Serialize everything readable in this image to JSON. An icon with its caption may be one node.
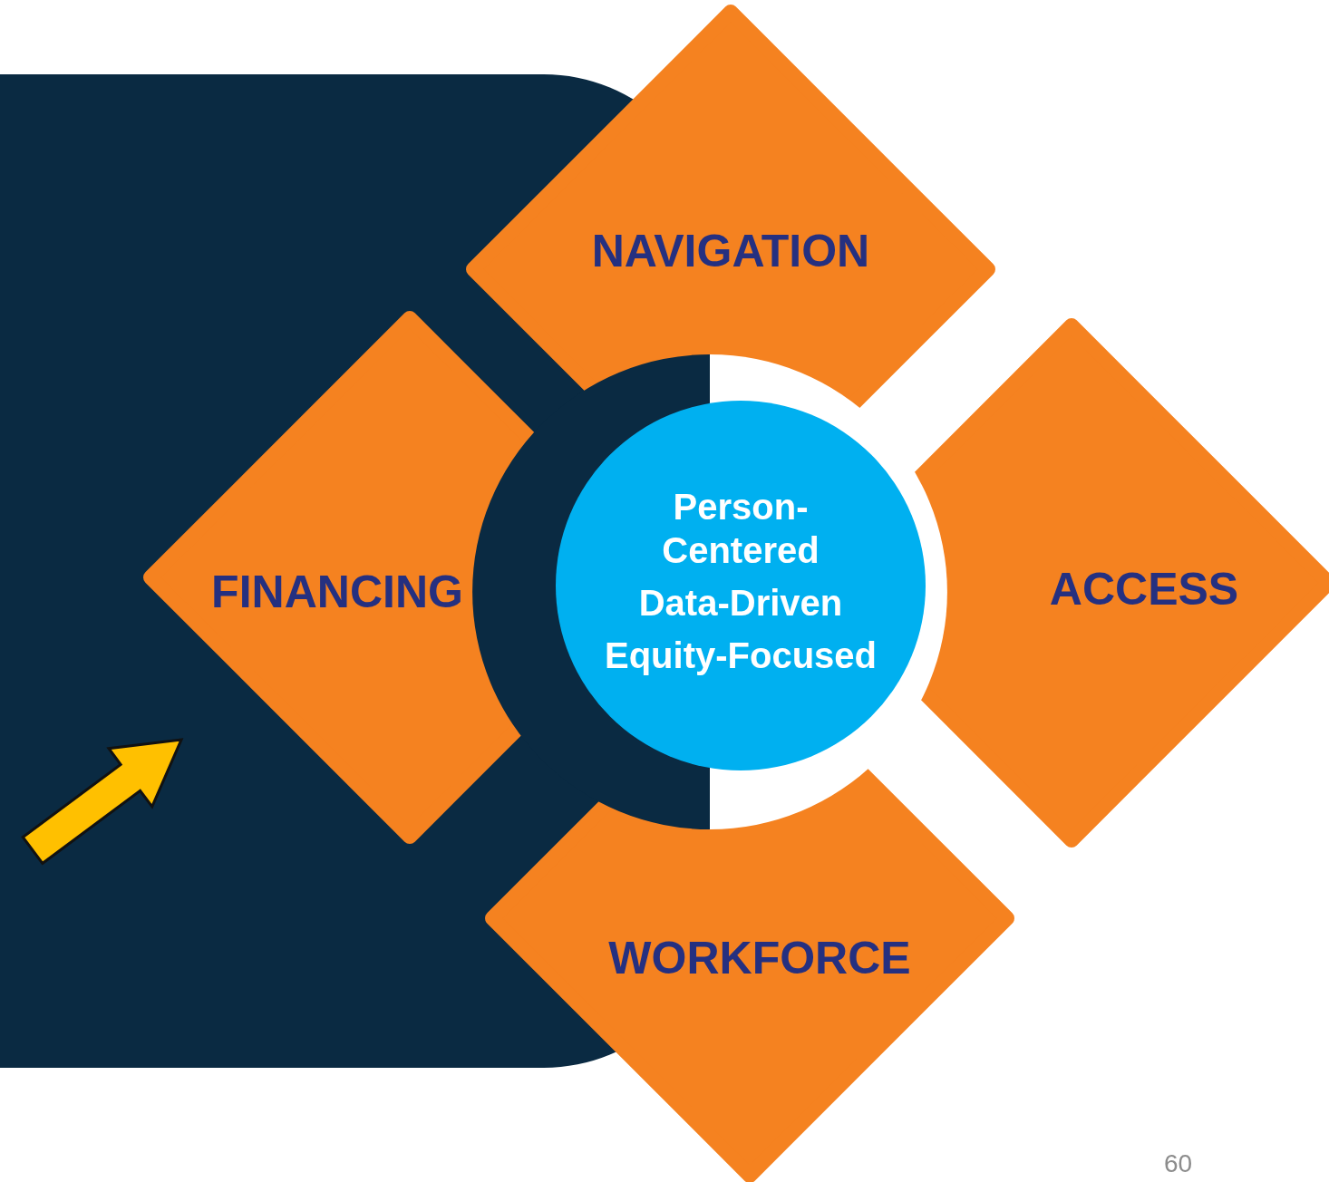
{
  "diagram": {
    "nodes": [
      {
        "text": [
          "NAVIGATION"
        ]
      },
      {
        "text": [
          "FINANCING"
        ]
      },
      {
        "text": [
          "Person-Centered",
          "Data-Driven",
          "Equity-Focused"
        ]
      },
      {
        "text": [
          "ACCESS"
        ]
      },
      {
        "text": [
          "WORKFORCE"
        ]
      }
    ],
    "edges": [
      {
        "from": null,
        "to": 1,
        "arrow": "to"
      }
    ],
    "labels": [
      "60"
    ]
  }
}
